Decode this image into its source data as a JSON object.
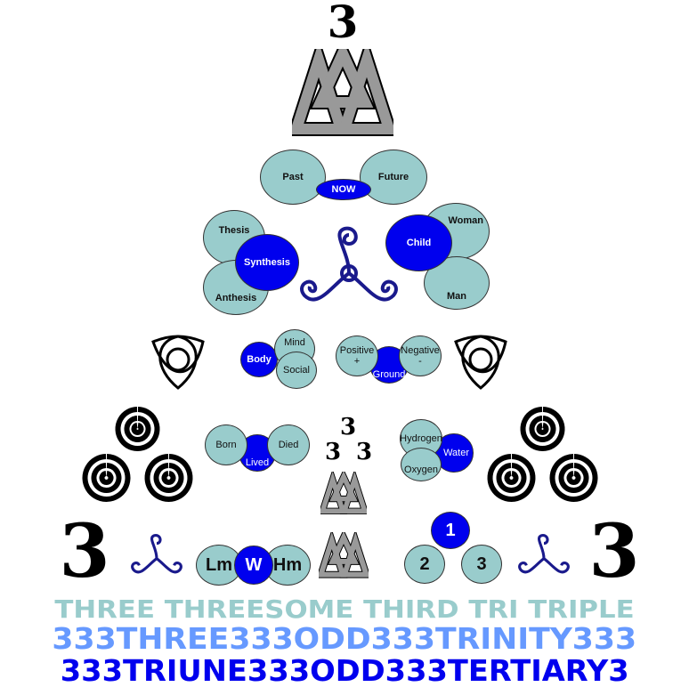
{
  "top_number": "3",
  "time": {
    "past": "Past",
    "now": "NOW",
    "future": "Future"
  },
  "dialectic": {
    "thesis": "Thesis",
    "synthesis": "Synthesis",
    "anthesis": "Anthesis"
  },
  "family": {
    "child": "Child",
    "woman": "Woman",
    "man": "Man"
  },
  "being": {
    "body": "Body",
    "mind": "Mind",
    "social": "Social"
  },
  "charge": {
    "positive": "Positive",
    "positive_sign": "+",
    "ground": "Ground",
    "negative": "Negative",
    "negative_sign": "-"
  },
  "life": {
    "born": "Born",
    "lived": "Lived",
    "died": "Died"
  },
  "cluster_threes": [
    "3",
    "3",
    "3"
  ],
  "water": {
    "hydrogen": "Hydrogen",
    "oxygen": "Oxygen",
    "water": "Water"
  },
  "lwh": {
    "lm": "Lm",
    "w": "W",
    "hm": "Hm"
  },
  "ordinals": [
    "1",
    "2",
    "3"
  ],
  "big_threes": [
    "3",
    "3"
  ],
  "words": {
    "line1": "THREE THREESOME THIRD TRI TRIPLE",
    "line2": "333THREE333ODD333TRINITY333",
    "line3": "333TRIUNE333ODD333TERTIARY3"
  },
  "colors": {
    "teal": "#99cccc",
    "blue": "#0000ee",
    "lightblue": "#6699ff",
    "gray": "#999999"
  }
}
